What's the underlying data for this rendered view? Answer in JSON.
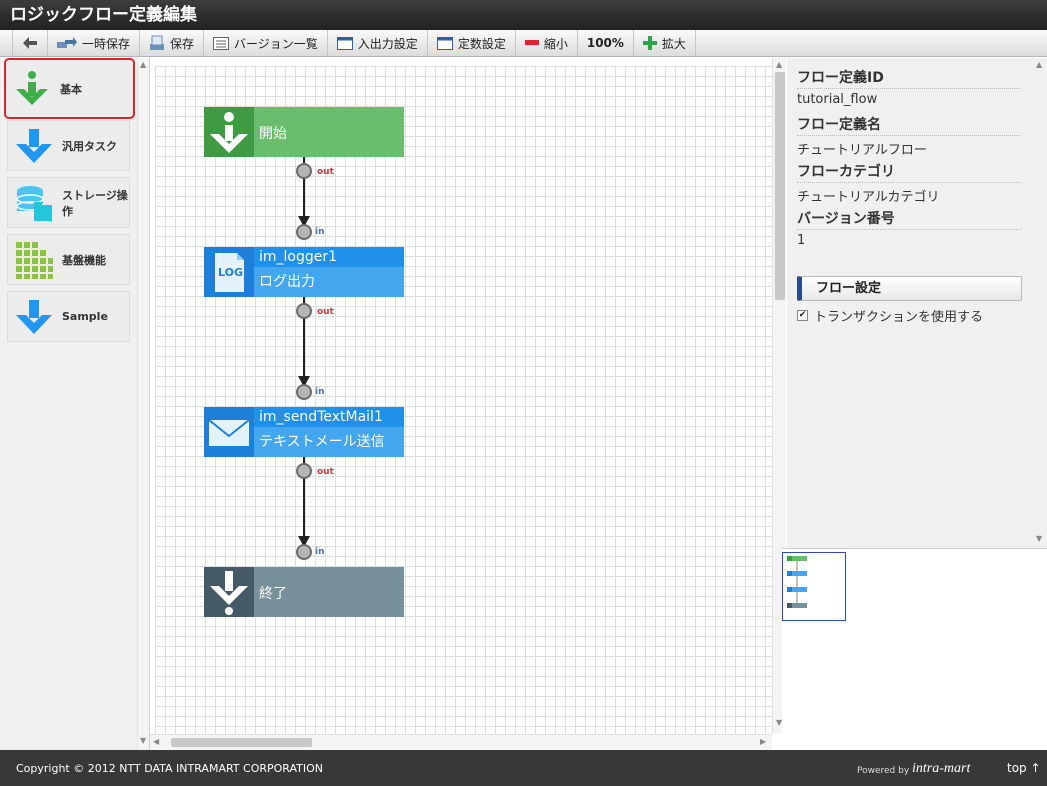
{
  "window": {
    "title": "ロジックフロー定義編集"
  },
  "toolbar": {
    "back_icon": "arrow-left-icon",
    "temp_save": "一時保存",
    "save": "保存",
    "versions": "バージョン一覧",
    "io_settings": "入出力設定",
    "const_settings": "定数設定",
    "zoom_out": "縮小",
    "zoom_level": "100%",
    "zoom_in": "拡大"
  },
  "palette": {
    "items": [
      {
        "label": "基本",
        "icon": "info-arrow-icon",
        "selected": true
      },
      {
        "label": "汎用タスク",
        "icon": "down-arrow-icon"
      },
      {
        "label": "ストレージ操作",
        "icon": "storage-icon"
      },
      {
        "label": "基盤機能",
        "icon": "grid-blocks-icon"
      },
      {
        "label": "Sample",
        "icon": "down-arrow-icon"
      }
    ]
  },
  "flow": {
    "nodes": [
      {
        "type": "start",
        "label": "開始",
        "color": "#6abd6e",
        "icon_color": "#3f9a43"
      },
      {
        "type": "task",
        "id": "im_logger1",
        "label": "ログ出力",
        "icon_text": "LOG",
        "color": "#45a6f0",
        "bar_color": "#2090ea",
        "icon_color": "#1e7fd8"
      },
      {
        "type": "task",
        "id": "im_sendTextMail1",
        "label": "テキストメール送信",
        "color": "#45a6f0",
        "bar_color": "#2090ea",
        "icon_color": "#1e7fd8"
      },
      {
        "type": "end",
        "label": "終了",
        "color": "#78909c",
        "icon_color": "#455a64"
      }
    ],
    "port_out": "out",
    "port_in": "in"
  },
  "properties": {
    "flow_id_label": "フロー定義ID",
    "flow_id": "tutorial_flow",
    "flow_name_label": "フロー定義名",
    "flow_name": "チュートリアルフロー",
    "category_label": "フローカテゴリ",
    "category": "チュートリアルカテゴリ",
    "version_label": "バージョン番号",
    "version": "1",
    "flow_settings_button": "フロー設定",
    "use_transaction_label": "トランザクションを使用する",
    "use_transaction": true
  },
  "footer": {
    "copyright": "Copyright © 2012 NTT DATA INTRAMART CORPORATION",
    "powered_by": "Powered by",
    "brand": "intra-mart",
    "top_link": "top ↑"
  }
}
